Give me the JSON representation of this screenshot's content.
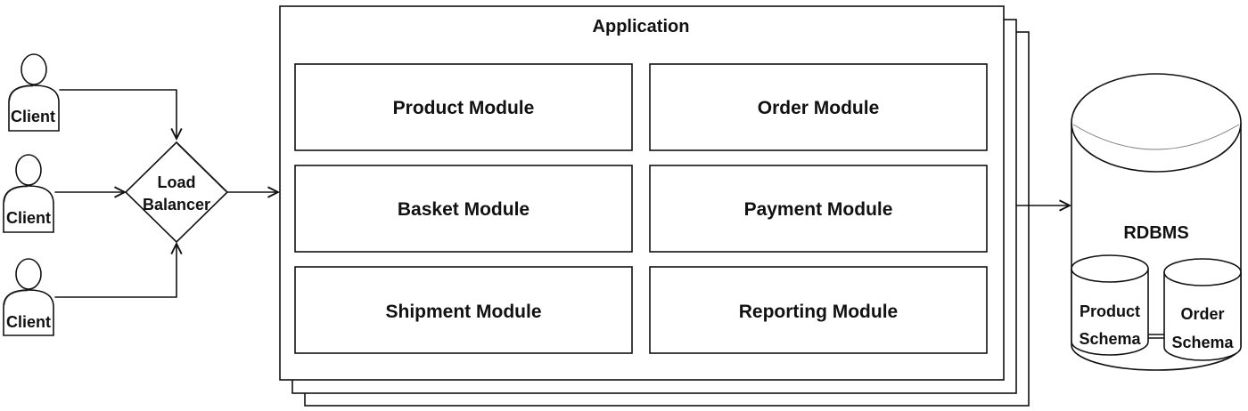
{
  "clients": [
    {
      "label": "Client"
    },
    {
      "label": "Client"
    },
    {
      "label": "Client"
    }
  ],
  "load_balancer": {
    "line1": "Load",
    "line2": "Balancer"
  },
  "application": {
    "title": "Application",
    "modules": [
      {
        "label": "Product Module"
      },
      {
        "label": "Order Module"
      },
      {
        "label": "Basket Module"
      },
      {
        "label": "Payment Module"
      },
      {
        "label": "Shipment Module"
      },
      {
        "label": "Reporting Module"
      }
    ]
  },
  "database": {
    "label": "RDBMS",
    "schemas": [
      {
        "line1": "Product",
        "line2": "Schema"
      },
      {
        "line1": "Order",
        "line2": "Schema"
      }
    ]
  }
}
